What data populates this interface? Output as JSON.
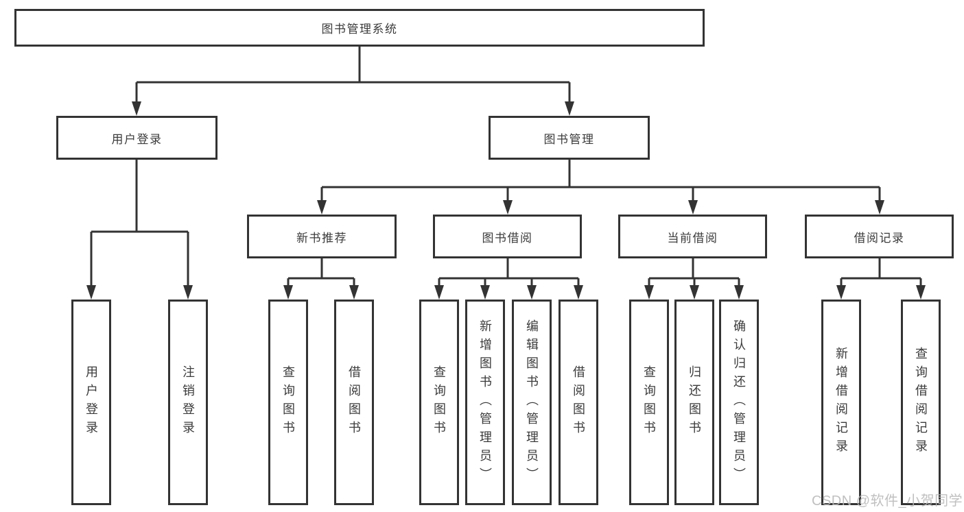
{
  "colors": {
    "line": "#333333",
    "box_border": "#333333",
    "box_fill": "#ffffff",
    "text": "#3b3b3b",
    "watermark": "#b7b7b7"
  },
  "watermark": {
    "text": "CSDN @软件_小贺同学"
  },
  "tree": {
    "label": "图书管理系统",
    "children": [
      {
        "label": "用户登录",
        "children": [
          {
            "label": "用户登录"
          },
          {
            "label": "注销登录"
          }
        ]
      },
      {
        "label": "图书管理",
        "children": [
          {
            "label": "新书推荐",
            "children": [
              {
                "label": "查询图书"
              },
              {
                "label": "借阅图书"
              }
            ]
          },
          {
            "label": "图书借阅",
            "children": [
              {
                "label": "查询图书"
              },
              {
                "label": "新增图书（管理员）"
              },
              {
                "label": "编辑图书（管理员）"
              },
              {
                "label": "借阅图书"
              }
            ]
          },
          {
            "label": "当前借阅",
            "children": [
              {
                "label": "查询图书"
              },
              {
                "label": "归还图书"
              },
              {
                "label": "确认归还（管理员）"
              }
            ]
          },
          {
            "label": "借阅记录",
            "children": [
              {
                "label": "新增借阅记录"
              },
              {
                "label": "查询借阅记录"
              }
            ]
          }
        ]
      }
    ]
  }
}
